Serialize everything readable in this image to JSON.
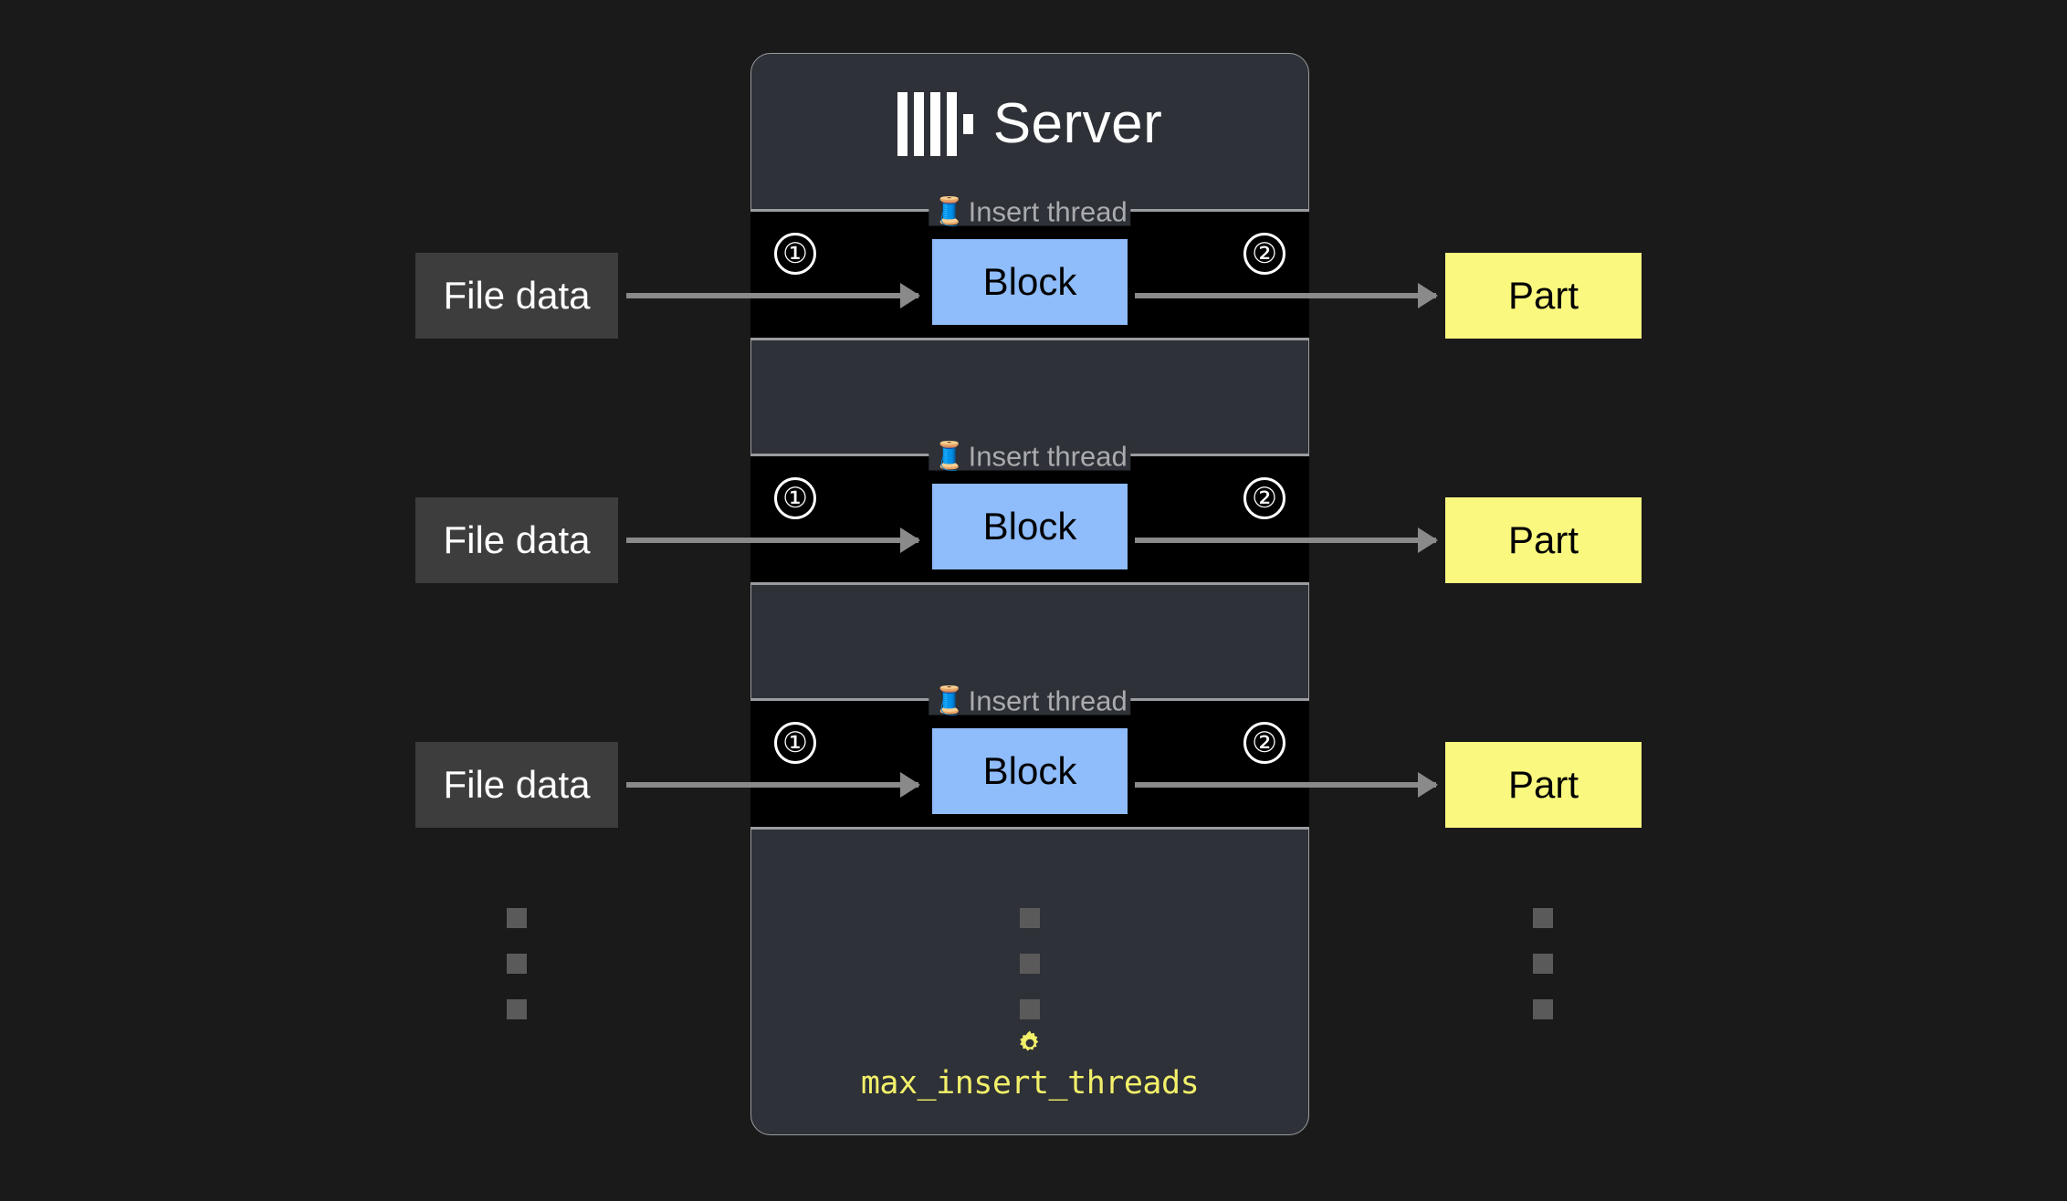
{
  "page": {
    "background_color": "#1a1a1a"
  },
  "server": {
    "title": "Server",
    "logo_icon": "clickhouse-logo-icon",
    "background_color": "#2e3137",
    "border_color": "#9a9ca0"
  },
  "threads": [
    {
      "legend": "Insert thread",
      "legend_icon": "thread-spool-icon",
      "step_in": "①",
      "step_out": "②",
      "block_label": "Block",
      "source_label": "File data",
      "target_label": "Part"
    },
    {
      "legend": "Insert thread",
      "legend_icon": "thread-spool-icon",
      "step_in": "①",
      "step_out": "②",
      "block_label": "Block",
      "source_label": "File data",
      "target_label": "Part"
    },
    {
      "legend": "Insert thread",
      "legend_icon": "thread-spool-icon",
      "step_in": "①",
      "step_out": "②",
      "block_label": "Block",
      "source_label": "File data",
      "target_label": "Part"
    }
  ],
  "ellipsis": {
    "dot_count": 3,
    "columns": [
      "left",
      "center",
      "right"
    ]
  },
  "setting": {
    "icon": "gear-icon",
    "label": "max_insert_threads",
    "color": "#f2f06a"
  },
  "colors": {
    "block": "#8fbcfb",
    "part": "#faf87f",
    "file_data": "#3d3d3d",
    "thread_band": "#000000",
    "arrow": "#8a8a8a",
    "legend_text": "#a9abae"
  }
}
